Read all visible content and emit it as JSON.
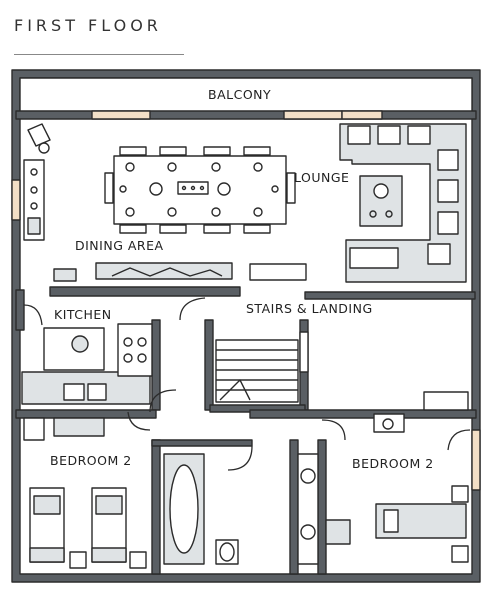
{
  "title": "FIRST FLOOR",
  "rooms": {
    "balcony": "BALCONY",
    "lounge": "LOUNGE",
    "dining": "DINING AREA",
    "kitchen": "KITCHEN",
    "stairs": "STAIRS & LANDING",
    "bedroom_left": "BEDROOM 2",
    "bedroom_right": "BEDROOM 2"
  },
  "colors": {
    "wall": "#5a5f64",
    "furniture_fill": "#dfe3e5",
    "floor_band": "#e3e6e8",
    "window": "#f2dfc7",
    "line": "#2b2b2b"
  }
}
